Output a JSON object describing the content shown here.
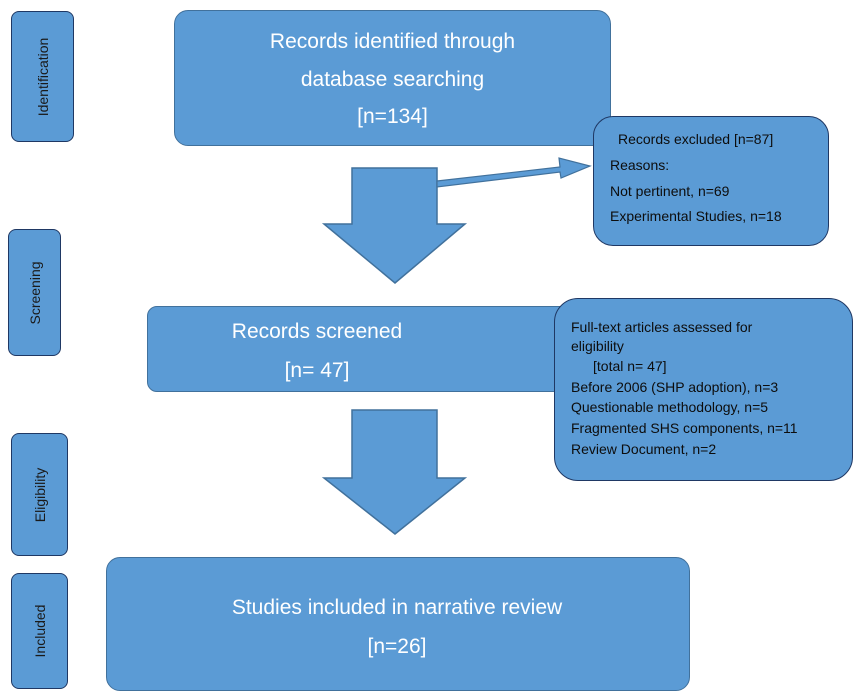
{
  "colors": {
    "box_fill": "#5b9bd5",
    "box_border": "#41719c",
    "label_border": "#1f3864",
    "main_text": "#ffffff",
    "side_text": "#0d0d0d"
  },
  "stages": [
    {
      "label": "Identification"
    },
    {
      "label": "Screening"
    },
    {
      "label": "Eligibility"
    },
    {
      "label": "Included"
    }
  ],
  "identified": {
    "line1": "Records identified through",
    "line2": "database searching",
    "count": "[n=134]"
  },
  "excluded": {
    "title": "Records excluded [n=87]",
    "reasons_label": "Reasons:",
    "reason1": "Not pertinent, n=69",
    "reason2": "Experimental Studies, n=18"
  },
  "screened": {
    "title": "Records screened",
    "count": "[n= 47]"
  },
  "assessed": {
    "line1": "Full-text articles assessed for",
    "line2": "eligibility",
    "total": "[total n= 47]",
    "reason1": "Before 2006 (SHP adoption), n=3",
    "reason2": "Questionable methodology, n=5",
    "reason3": "Fragmented SHS components, n=11",
    "reason4": "Review Document, n=2"
  },
  "included": {
    "title": "Studies included in narrative review",
    "count": "[n=26]"
  }
}
